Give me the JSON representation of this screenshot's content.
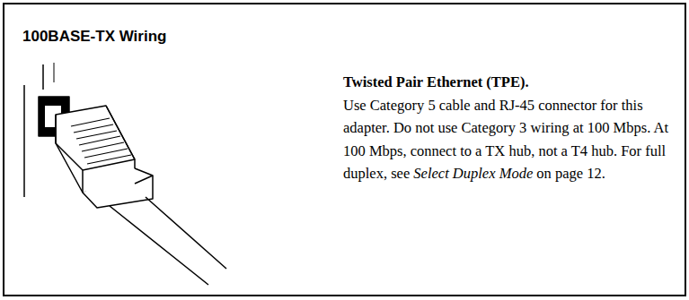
{
  "diagram": {
    "nodes": [
      {
        "text": [
          "100BASE-TX Wiring",
          "Twisted Pair Ethernet (TPE).",
          "Use Category 5 cable and RJ-45 connector for this adapter. Do not use Category 3 wiring at 100 Mbps. At 100 Mbps, connect to a TX hub, not a T4 hub.  For full duplex, see",
          "Select Duplex Mode",
          "on page 12."
        ]
      }
    ]
  }
}
